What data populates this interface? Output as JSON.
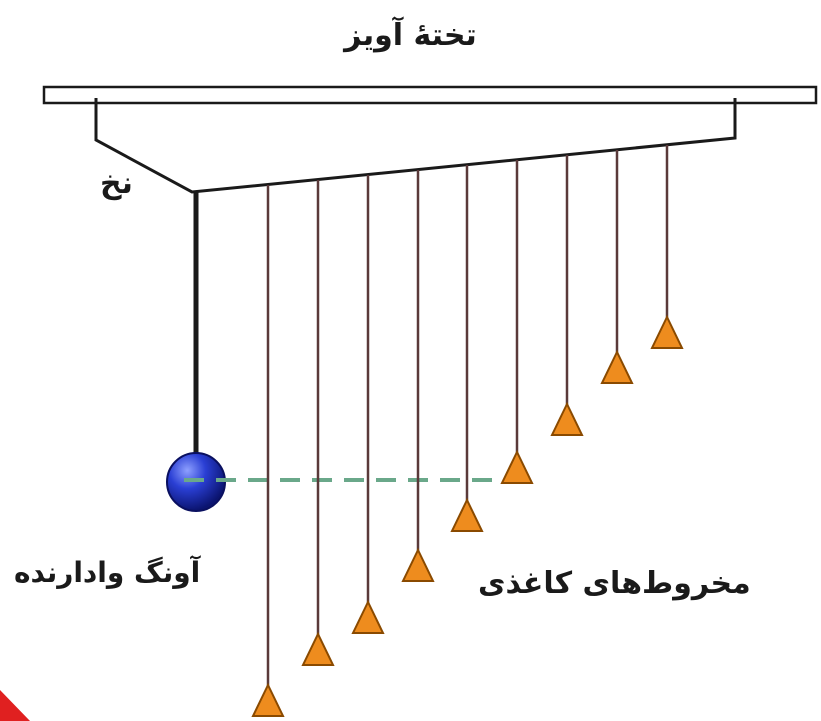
{
  "labels": {
    "board": "تختهٔ آویز",
    "thread": "نخ",
    "driver_pendulum": "آونگ وادارنده",
    "paper_cones": "مخروط‌های کاغذی"
  },
  "colors": {
    "line": "#1a1a1a",
    "cone_string": "#5a3a3a",
    "cone_fill": "#ee8c1e",
    "cone_stroke": "#8a4a00",
    "bob_fill": "#2a3fd4",
    "level_marker": "#6aa88a",
    "corner_mark": "#e02020"
  },
  "components": {
    "board": "board",
    "cross_string": "support-thread",
    "driver_pendulum": "driver-pendulum-bob",
    "cone_pendulums": [
      "cone-1",
      "cone-2",
      "cone-3",
      "cone-4",
      "cone-5",
      "cone-6",
      "cone-7",
      "cone-8",
      "cone-9"
    ]
  }
}
